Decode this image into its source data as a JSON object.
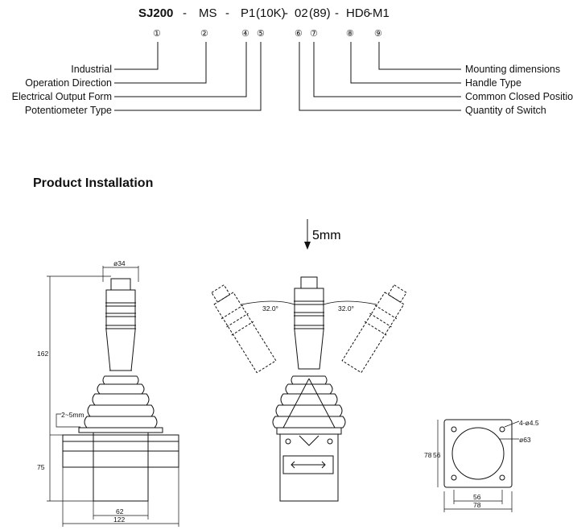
{
  "model_code": {
    "parts": [
      "SJ200",
      "-",
      "MS",
      "-",
      "P1",
      "(10K)",
      "-",
      "02",
      "(89)",
      "-",
      "HD6",
      "-M1"
    ],
    "circled_numbers": [
      "①",
      "②",
      "④",
      "⑤",
      "⑥",
      "⑦",
      "⑧",
      "⑨"
    ]
  },
  "left_labels": [
    "Industrial",
    "Operation Direction",
    "Electrical Output Form",
    "Potentiometer Type"
  ],
  "right_labels": [
    "Mounting dimensions",
    "Handle Type",
    "Common Closed Position",
    "Quantity of Switch"
  ],
  "section_title": "Product Installation",
  "dims": {
    "side": {
      "diameter": "ø34",
      "height": "162",
      "travel": "2~5mm",
      "base_height": "75",
      "inner_width": "62",
      "total_width": "122"
    },
    "front": {
      "press": "5mm",
      "angle_left": "32.0°",
      "angle_right": "32.0°"
    },
    "mount": {
      "holes": "4-ø4.5",
      "bore": "ø63",
      "inner_h": "56",
      "outer_h": "78",
      "inner_w": "56",
      "outer_w": "78"
    }
  }
}
